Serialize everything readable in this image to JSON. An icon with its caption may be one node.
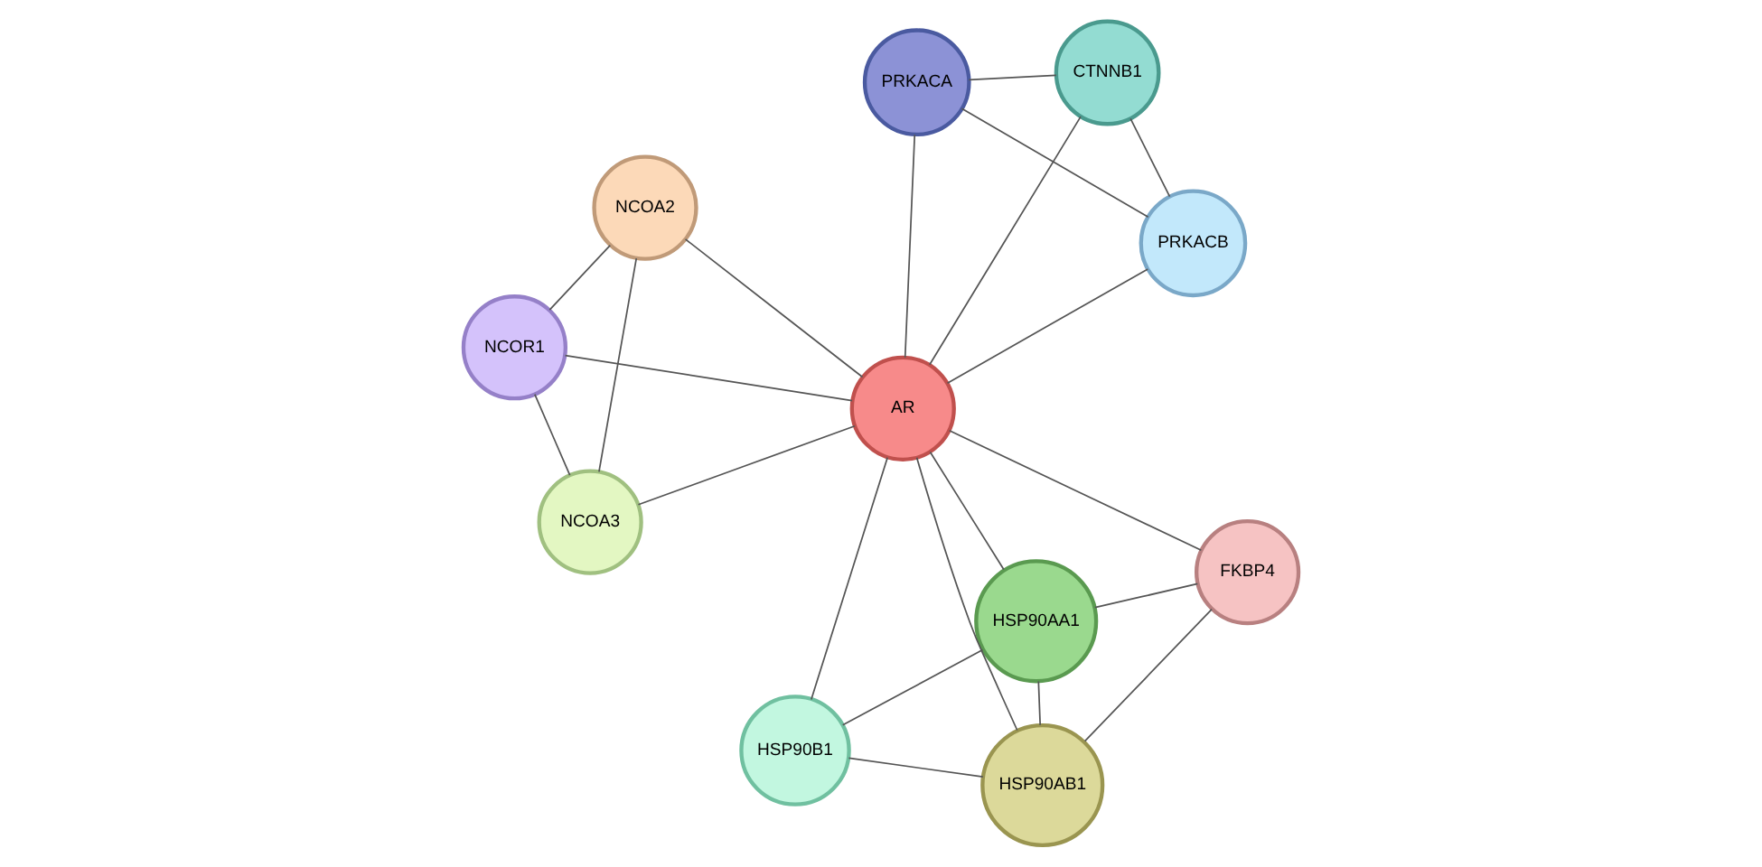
{
  "diagram": {
    "nodes": [
      {
        "text": [
          "AR"
        ]
      },
      {
        "text": [
          "PRKACB"
        ]
      },
      {
        "text": [
          "PRKACA"
        ]
      },
      {
        "text": [
          "CTNNB1"
        ]
      },
      {
        "text": [
          "NCOA2"
        ]
      },
      {
        "text": [
          "NCOR1"
        ]
      },
      {
        "text": [
          "NCOA3"
        ]
      },
      {
        "text": [
          "HSP90AA1"
        ]
      },
      {
        "text": [
          "HSP90B1"
        ]
      },
      {
        "text": [
          "FKBP4"
        ]
      },
      {
        "text": [
          "HSP90AB1"
        ]
      }
    ],
    "edges": [
      {
        "from": 1,
        "to": 2,
        "arrow": "none"
      },
      {
        "from": 1,
        "to": 3,
        "arrow": "none"
      },
      {
        "from": 1,
        "to": 0,
        "arrow": "none"
      },
      {
        "from": 2,
        "to": 3,
        "arrow": "none"
      },
      {
        "from": 2,
        "to": 0,
        "arrow": "none"
      },
      {
        "from": 3,
        "to": 0,
        "arrow": "none"
      },
      {
        "from": 4,
        "to": 5,
        "arrow": "none"
      },
      {
        "from": 4,
        "to": 6,
        "arrow": "none"
      },
      {
        "from": 4,
        "to": 0,
        "arrow": "none"
      },
      {
        "from": 5,
        "to": 6,
        "arrow": "none"
      },
      {
        "from": 5,
        "to": 0,
        "arrow": "none"
      },
      {
        "from": 6,
        "to": 0,
        "arrow": "none"
      },
      {
        "from": 0,
        "to": 7,
        "arrow": "none"
      },
      {
        "from": 0,
        "to": 8,
        "arrow": "none"
      },
      {
        "from": 0,
        "to": 9,
        "arrow": "none"
      },
      {
        "from": 0,
        "to": 10,
        "arrow": "none"
      },
      {
        "from": 7,
        "to": 8,
        "arrow": "none"
      },
      {
        "from": 7,
        "to": 9,
        "arrow": "none"
      },
      {
        "from": 7,
        "to": 10,
        "arrow": "none"
      },
      {
        "from": 8,
        "to": 10,
        "arrow": "none"
      },
      {
        "from": 9,
        "to": 10,
        "arrow": "none"
      }
    ]
  }
}
